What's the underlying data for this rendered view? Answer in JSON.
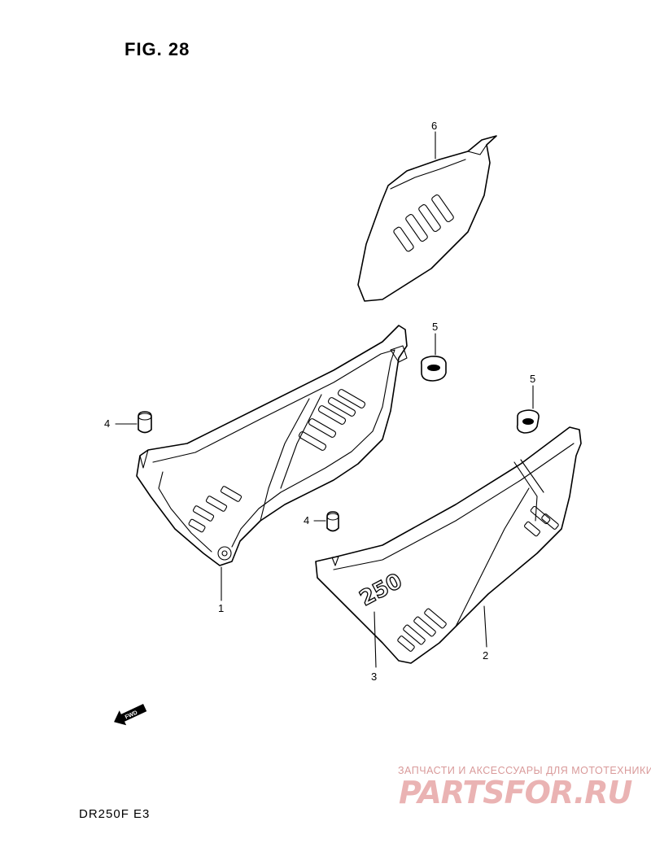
{
  "figure_title": "FIG. 28",
  "model_code": "DR250F  E3",
  "callouts": [
    "1",
    "2",
    "3",
    "4",
    "4",
    "5",
    "5",
    "6"
  ],
  "fwd_label": "FWD",
  "decal_text": "250",
  "watermark_caption": "ЗАПЧАСТИ И АКСЕССУАРЫ ДЛЯ МОТОТЕХНИКИ",
  "watermark_logo": "PARTSFOR.RU"
}
